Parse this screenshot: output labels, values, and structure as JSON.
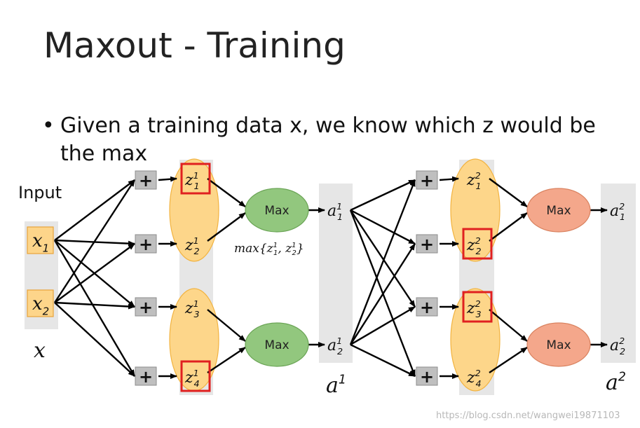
{
  "title": "Maxout - Training",
  "bullet": "Given a training data x, we know which z would be the max",
  "input_label": "Input",
  "plus_symbol": "+",
  "max_label": "Max",
  "layer1": {
    "inputs": [
      {
        "base": "x",
        "sub": "1"
      },
      {
        "base": "x",
        "sub": "2"
      }
    ],
    "vector_label": "x",
    "z": [
      {
        "base": "z",
        "sup": "1",
        "sub": "1",
        "selected": true
      },
      {
        "base": "z",
        "sup": "1",
        "sub": "2",
        "selected": false
      },
      {
        "base": "z",
        "sup": "1",
        "sub": "3",
        "selected": false
      },
      {
        "base": "z",
        "sup": "1",
        "sub": "4",
        "selected": true
      }
    ],
    "max_formula": {
      "prefix": "max{",
      "a_base": "z",
      "a_sup": "1",
      "a_sub": "1",
      "sep": ", ",
      "b_base": "z",
      "b_sup": "1",
      "b_sub": "2",
      "suffix": "}"
    },
    "outputs": [
      {
        "base": "a",
        "sup": "1",
        "sub": "1"
      },
      {
        "base": "a",
        "sup": "1",
        "sub": "2"
      }
    ],
    "layer_label": {
      "base": "a",
      "sup": "1"
    }
  },
  "layer2": {
    "z": [
      {
        "base": "z",
        "sup": "2",
        "sub": "1",
        "selected": false
      },
      {
        "base": "z",
        "sup": "2",
        "sub": "2",
        "selected": true
      },
      {
        "base": "z",
        "sup": "2",
        "sub": "3",
        "selected": true
      },
      {
        "base": "z",
        "sup": "2",
        "sub": "4",
        "selected": false
      }
    ],
    "outputs": [
      {
        "base": "a",
        "sup": "2",
        "sub": "1"
      },
      {
        "base": "a",
        "sup": "2",
        "sub": "2"
      }
    ],
    "layer_label": {
      "base": "a",
      "sup": "2"
    }
  },
  "watermark": "https://blog.csdn.net/wangwei19871103",
  "colors": {
    "gray_band": "#e6e6e6",
    "input_box": "#fdd58a",
    "input_box_border": "#e8a33a",
    "plus_box": "#bfbfbf",
    "plus_box_border": "#8c8c8c",
    "group_ellipse": "#fdd68a",
    "group_ellipse_border": "#f2b340",
    "max_green": "#92c77e",
    "max_green_border": "#6aa455",
    "max_orange": "#f4a78b",
    "max_orange_border": "#d9825f",
    "selected_box": "#e02020",
    "arrow": "#000000"
  }
}
